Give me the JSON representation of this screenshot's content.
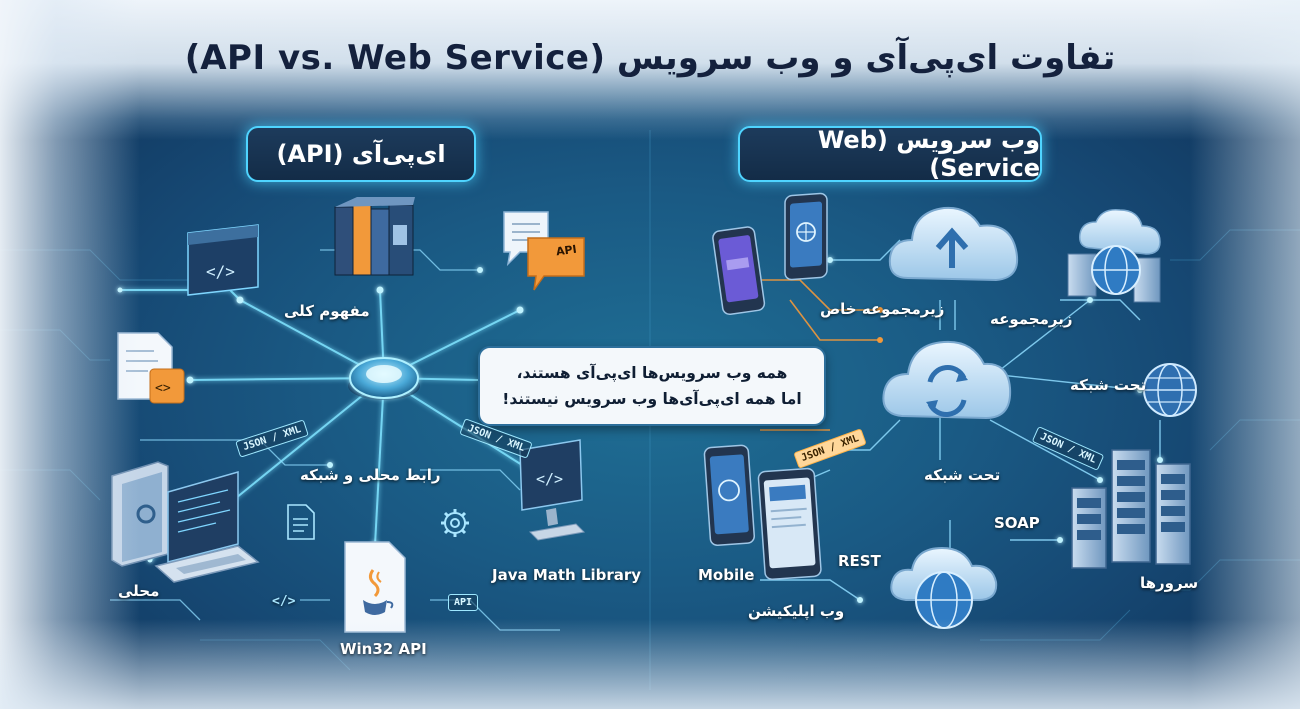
{
  "title": "تفاوت ای‌پی‌آی و وب سرویس (API vs. Web Service)",
  "api_panel": {
    "header": "ای‌پی‌آی (API)",
    "general_concept": "مفهوم کلی",
    "local_network_interface": "رابط محلی و شبکه",
    "local": "محلی",
    "win32": "Win32 API",
    "java_math": "Java Math Library",
    "bubble_api": "API",
    "api_badge": "API",
    "code_tag": "</>"
  },
  "web_panel": {
    "header": "وب سرویس (Web Service)",
    "special_subset": "زیرمجموعه خاص",
    "subset": "زیرمجموعه",
    "under_network_top": "تحت شبکه",
    "under_network_center": "تحت شبکه",
    "soap": "SOAP",
    "rest": "REST",
    "mobile": "Mobile",
    "web_app": "وب اپلیکیشن",
    "servers": "سرورها"
  },
  "center_note": {
    "line1": "همه وب سرویس‌ها ای‌پی‌آی هستند،",
    "line2": "اما همه ای‌پی‌آی‌ها وب سرویس نیستند!"
  },
  "tags": {
    "json_xml_1": "JSON / XML",
    "json_xml_2": "JSON / XML",
    "json_xml_3": "JSON / XML",
    "json_xml_4": "JSON / XML"
  },
  "colors": {
    "accent_cyan": "#4fd4ff",
    "accent_orange": "#f2993a",
    "title_color": "#14213d"
  }
}
